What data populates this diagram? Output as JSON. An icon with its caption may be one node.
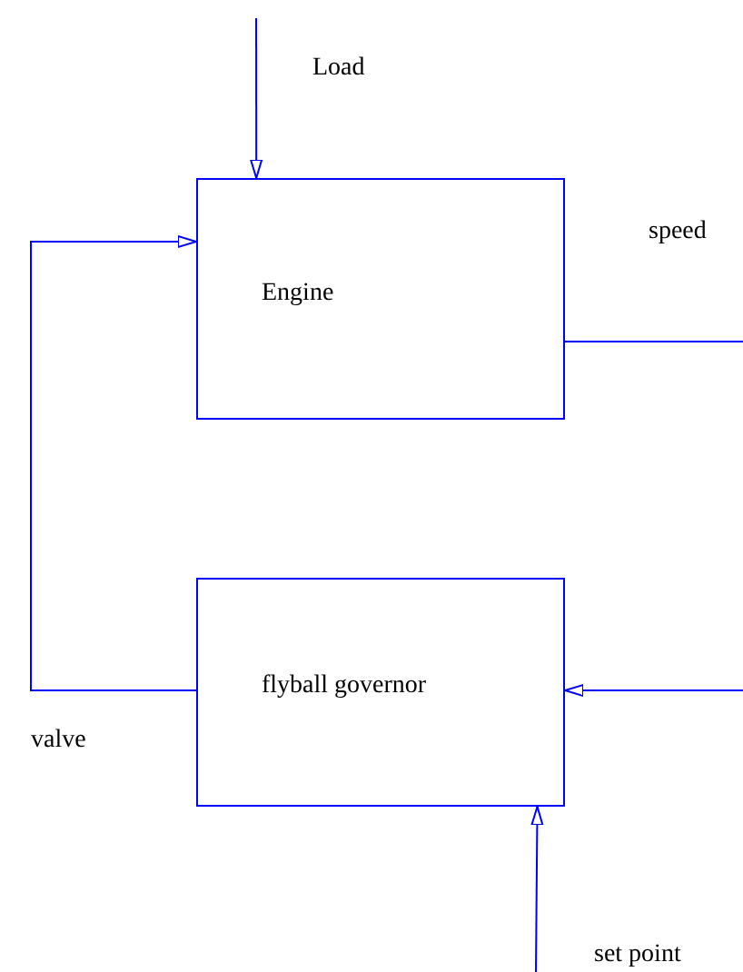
{
  "diagram": {
    "nodes": [
      {
        "text": [
          "Engine"
        ]
      },
      {
        "text": [
          "flyball governor"
        ]
      }
    ],
    "edges": [
      {
        "from": null,
        "to": 0,
        "arrow": "to",
        "label": "Load"
      },
      {
        "from": 0,
        "to": null,
        "arrow": "none",
        "label": "speed"
      },
      {
        "from": 1,
        "to": 0,
        "arrow": "to",
        "label": "valve"
      },
      {
        "from": null,
        "to": 1,
        "arrow": "to"
      },
      {
        "from": null,
        "to": 1,
        "arrow": "to",
        "label": "set point"
      }
    ]
  }
}
